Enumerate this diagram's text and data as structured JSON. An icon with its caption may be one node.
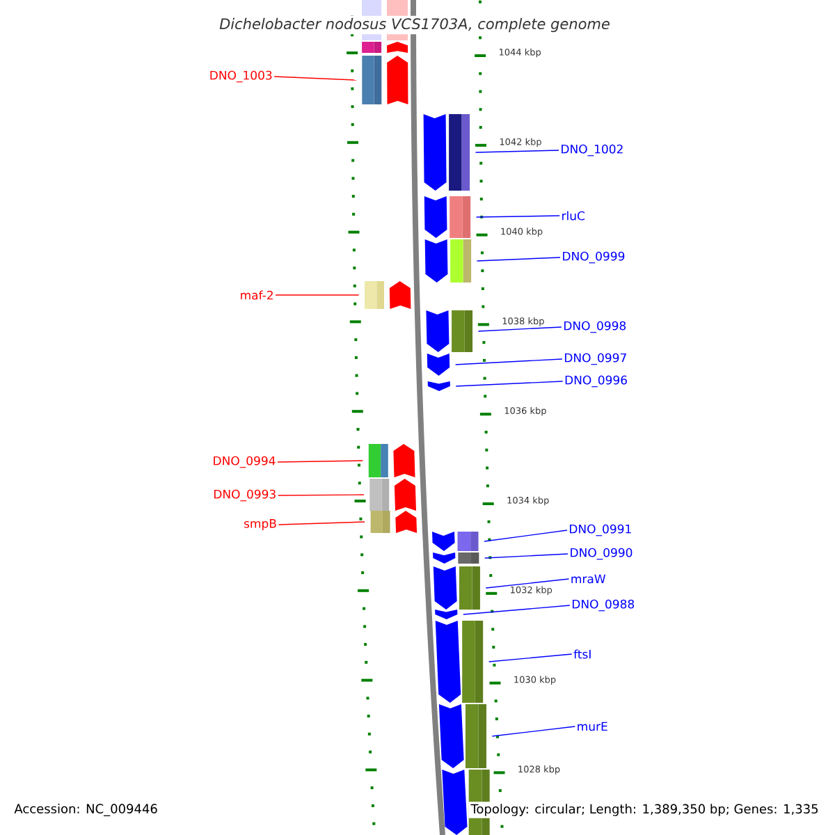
{
  "diagram": {
    "title": "Dichelobacter nodosus VCS1703A, complete genome",
    "nodes": [
      {
        "text": [],
        "shape": "arrow"
      },
      {
        "text": [
          "DNO_1003"
        ]
      },
      {
        "text": [],
        "shape": "arrow"
      },
      {
        "text": [
          "DNO_1002"
        ]
      },
      {
        "text": [],
        "shape": "arrow"
      },
      {
        "text": [
          "rluC"
        ]
      },
      {
        "text": [],
        "shape": "arrow"
      },
      {
        "text": [
          "DNO_0999"
        ]
      },
      {
        "text": [],
        "shape": "arrow"
      },
      {
        "text": [
          "maf-2"
        ]
      },
      {
        "text": [],
        "shape": "arrow"
      },
      {
        "text": [
          "DNO_0998"
        ]
      },
      {
        "text": [],
        "shape": "arrow"
      },
      {
        "text": [
          "DNO_0997"
        ]
      },
      {
        "text": [],
        "shape": "arrow"
      },
      {
        "text": [
          "DNO_0996"
        ]
      },
      {
        "text": [],
        "shape": "arrow"
      },
      {
        "text": [
          "DNO_0994"
        ]
      },
      {
        "text": [],
        "shape": "arrow"
      },
      {
        "text": [
          "DNO_0993"
        ]
      },
      {
        "text": [],
        "shape": "arrow"
      },
      {
        "text": [
          "smpB"
        ]
      },
      {
        "text": [],
        "shape": "arrow"
      },
      {
        "text": [
          "DNO_0991"
        ]
      },
      {
        "text": [],
        "shape": "arrow"
      },
      {
        "text": [
          "DNO_0990"
        ]
      },
      {
        "text": [],
        "shape": "arrow"
      },
      {
        "text": [
          "mraW"
        ]
      },
      {
        "text": [],
        "shape": "arrow"
      },
      {
        "text": [
          "DNO_0988"
        ]
      },
      {
        "text": [],
        "shape": "arrow"
      },
      {
        "text": [
          "ftsI"
        ]
      },
      {
        "text": [],
        "shape": "arrow"
      },
      {
        "text": [
          "murE"
        ]
      },
      {
        "text": [],
        "shape": "arrow"
      },
      {
        "text": [],
        "shape": "arrow"
      }
    ],
    "edges": [
      {
        "from": 1,
        "to": 2,
        "arrow": "none",
        "color": "#ff0000"
      },
      {
        "from": 3,
        "to": 4,
        "arrow": "none"
      },
      {
        "from": 5,
        "to": 6,
        "arrow": "none"
      },
      {
        "from": 7,
        "to": 8,
        "arrow": "none"
      },
      {
        "from": 9,
        "to": 10,
        "arrow": "none",
        "color": "#ff0000"
      },
      {
        "from": 11,
        "to": 12,
        "arrow": "none"
      },
      {
        "from": 13,
        "to": 14,
        "arrow": "none"
      },
      {
        "from": 15,
        "to": 16,
        "arrow": "none"
      },
      {
        "from": 17,
        "to": 18,
        "arrow": "none",
        "color": "#ff0000"
      },
      {
        "from": 19,
        "to": 20,
        "arrow": "none",
        "color": "#ff0000"
      },
      {
        "from": 21,
        "to": 22,
        "arrow": "none",
        "color": "#ff0000"
      },
      {
        "from": 23,
        "to": 24,
        "arrow": "none"
      },
      {
        "from": 25,
        "to": 26,
        "arrow": "none"
      },
      {
        "from": 27,
        "to": 28,
        "arrow": "none"
      },
      {
        "from": 29,
        "to": 30,
        "arrow": "none"
      },
      {
        "from": 31,
        "to": 32,
        "arrow": "none"
      },
      {
        "from": 33,
        "to": 34,
        "arrow": "none"
      }
    ],
    "labels": [
      "1044 kbp",
      "1042 kbp",
      "1040 kbp",
      "1038 kbp",
      "1036 kbp",
      "1034 kbp",
      "1032 kbp",
      "1030 kbp",
      "1028 kbp",
      "Accession: NC_009446",
      "Topology: circular; Length: 1,389,350 bp; Genes: 1,335"
    ]
  }
}
